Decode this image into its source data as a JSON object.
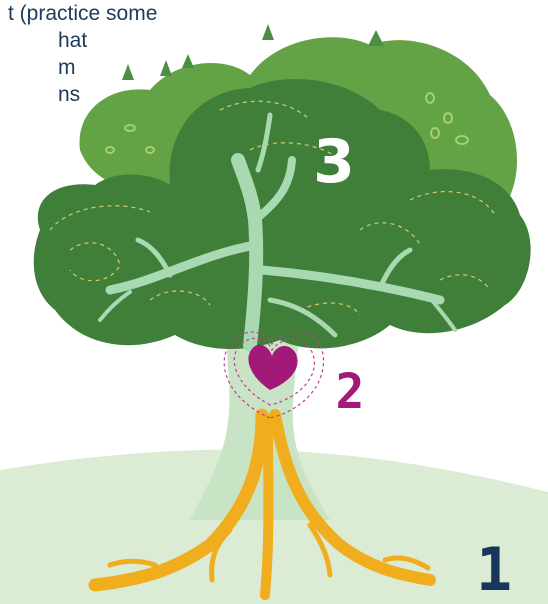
{
  "caption": {
    "line1": "t (practice some",
    "line2": "hat",
    "line3": "m",
    "line4": "ns"
  },
  "labels": {
    "roots": "1",
    "heart": "2",
    "canopy": "3"
  },
  "colors": {
    "ground": "#dcebd3",
    "trunk_light": "#c9e4c4",
    "roots": "#f0ae1f",
    "heart": "#a3197a",
    "branches": "#a8d9b1",
    "canopy_dark": "#3f7f3a",
    "canopy_mid": "#4b8f43",
    "canopy_light": "#63a346",
    "number_dark": "#17365a",
    "number_white": "#ffffff"
  }
}
